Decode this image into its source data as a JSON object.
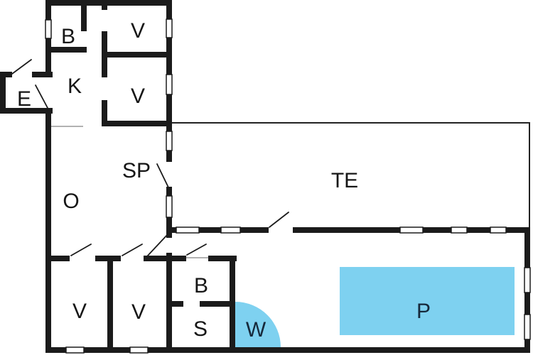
{
  "plan": {
    "type": "floor-plan",
    "rooms": [
      {
        "name": "bathroom-upper",
        "label": "B"
      },
      {
        "name": "bedroom-upper-1",
        "label": "V"
      },
      {
        "name": "bedroom-upper-2",
        "label": "V"
      },
      {
        "name": "kitchen",
        "label": "K"
      },
      {
        "name": "entrance",
        "label": "E"
      },
      {
        "name": "storage",
        "label": "SP"
      },
      {
        "name": "living-room",
        "label": "O"
      },
      {
        "name": "terrace",
        "label": "TE"
      },
      {
        "name": "bedroom-lower-1",
        "label": "V"
      },
      {
        "name": "bedroom-lower-2",
        "label": "V"
      },
      {
        "name": "bathroom-lower",
        "label": "B"
      },
      {
        "name": "sauna",
        "label": "S"
      },
      {
        "name": "whirlpool",
        "label": "W"
      },
      {
        "name": "pool",
        "label": "P"
      }
    ],
    "colors": {
      "wall": "#1b1b1b",
      "thin_line": "#999999",
      "terrace_outline": "#222222",
      "water": "#7ed1f0",
      "label": "#161616",
      "water_label": "#16293b",
      "background": "#ffffff"
    }
  }
}
